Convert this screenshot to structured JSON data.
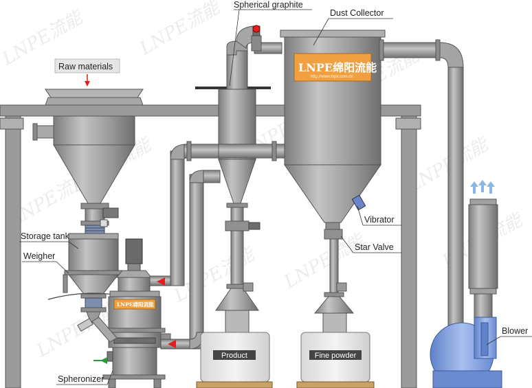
{
  "labels": {
    "raw_materials": "Raw materials",
    "spherical_graphite": "Spherical graphite",
    "dust_collector": "Dust Collector",
    "storage_tank": "Storage tank",
    "weigher": "Weigher",
    "vibrator": "Vibrator",
    "star_valve": "Star Valve",
    "blower": "Blower",
    "spheronizer": "Spheronizer",
    "product": "Product",
    "fine_powder": "Fine powder"
  },
  "branding": {
    "logo_main": "LNPE绵阳流能",
    "logo_url": "http://www.lnpe.com.cn",
    "logo_small": "LNPE绵阳流能",
    "watermark": "LNPE流能"
  },
  "colors": {
    "logo_plate": "#f0a040",
    "blower": "#7fa0e0",
    "metal": "#9a9a9a",
    "arrow_red": "#e02020",
    "air_arrow": "#8ab6e8"
  }
}
